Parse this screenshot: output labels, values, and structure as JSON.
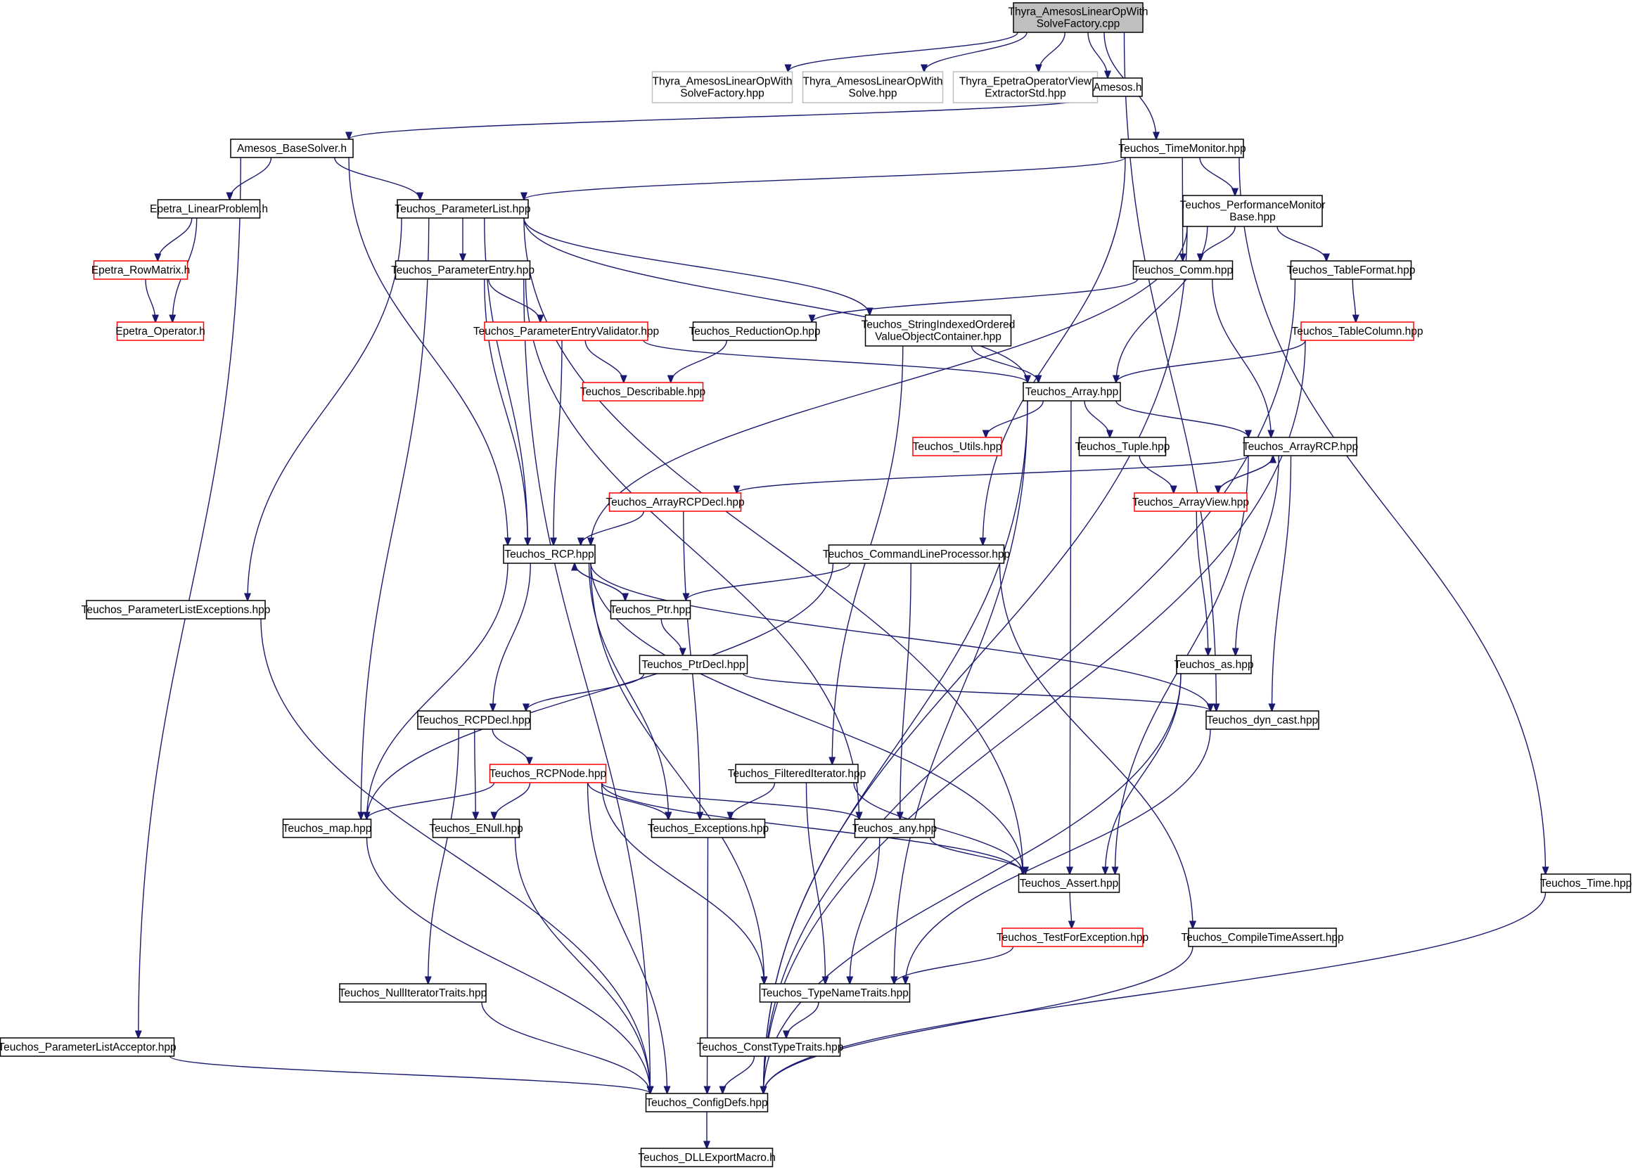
{
  "diagram": {
    "kind": "include dependency graph",
    "colors": {
      "edge": "#191970",
      "root_fill": "#bfbfbf",
      "normal_border": "#000000",
      "truncated_border": "#ff0000",
      "external_border": "#bfbfbf",
      "text": "#000000"
    },
    "nodes": [
      {
        "id": "root",
        "label": "Thyra_AmesosLinearOpWith\nSolveFactory.cpp",
        "style": "root"
      },
      {
        "id": "n_asf_hpp",
        "label": "Thyra_AmesosLinearOpWith\nSolveFactory.hpp",
        "style": "external"
      },
      {
        "id": "n_as_hpp",
        "label": "Thyra_AmesosLinearOpWith\nSolve.hpp",
        "style": "external"
      },
      {
        "id": "n_eov",
        "label": "Thyra_EpetraOperatorView\nExtractorStd.hpp",
        "style": "external"
      },
      {
        "id": "n_amesos",
        "label": "Amesos.h",
        "style": "normal"
      },
      {
        "id": "n_basesolver",
        "label": "Amesos_BaseSolver.h",
        "style": "normal"
      },
      {
        "id": "n_timemon",
        "label": "Teuchos_TimeMonitor.hpp",
        "style": "normal"
      },
      {
        "id": "n_plist",
        "label": "Teuchos_ParameterList.hpp",
        "style": "normal"
      },
      {
        "id": "n_linprob",
        "label": "Epetra_LinearProblem.h",
        "style": "normal"
      },
      {
        "id": "n_perfmon",
        "label": "Teuchos_PerformanceMonitor\nBase.hpp",
        "style": "normal"
      },
      {
        "id": "n_rowmatrix",
        "label": "Epetra_RowMatrix.h",
        "style": "truncated"
      },
      {
        "id": "n_pentry",
        "label": "Teuchos_ParameterEntry.hpp",
        "style": "normal"
      },
      {
        "id": "n_comm",
        "label": "Teuchos_Comm.hpp",
        "style": "normal"
      },
      {
        "id": "n_tableformat",
        "label": "Teuchos_TableFormat.hpp",
        "style": "normal"
      },
      {
        "id": "n_operator",
        "label": "Epetra_Operator.h",
        "style": "truncated"
      },
      {
        "id": "n_pev",
        "label": "Teuchos_ParameterEntryValidator.hpp",
        "style": "truncated"
      },
      {
        "id": "n_redop",
        "label": "Teuchos_ReductionOp.hpp",
        "style": "normal"
      },
      {
        "id": "n_sioc",
        "label": "Teuchos_StringIndexedOrdered\nValueObjectContainer.hpp",
        "style": "normal"
      },
      {
        "id": "n_tablecol",
        "label": "Teuchos_TableColumn.hpp",
        "style": "truncated"
      },
      {
        "id": "n_describable",
        "label": "Teuchos_Describable.hpp",
        "style": "truncated"
      },
      {
        "id": "n_array",
        "label": "Teuchos_Array.hpp",
        "style": "normal"
      },
      {
        "id": "n_utils",
        "label": "Teuchos_Utils.hpp",
        "style": "truncated"
      },
      {
        "id": "n_tuple",
        "label": "Teuchos_Tuple.hpp",
        "style": "normal"
      },
      {
        "id": "n_arrayrcp",
        "label": "Teuchos_ArrayRCP.hpp",
        "style": "normal"
      },
      {
        "id": "n_arrayrcpdecl",
        "label": "Teuchos_ArrayRCPDecl.hpp",
        "style": "truncated"
      },
      {
        "id": "n_arrayview",
        "label": "Teuchos_ArrayView.hpp",
        "style": "truncated"
      },
      {
        "id": "n_rcp",
        "label": "Teuchos_RCP.hpp",
        "style": "normal"
      },
      {
        "id": "n_clp",
        "label": "Teuchos_CommandLineProcessor.hpp",
        "style": "normal"
      },
      {
        "id": "n_plexc",
        "label": "Teuchos_ParameterListExceptions.hpp",
        "style": "normal"
      },
      {
        "id": "n_ptr",
        "label": "Teuchos_Ptr.hpp",
        "style": "normal"
      },
      {
        "id": "n_as",
        "label": "Teuchos_as.hpp",
        "style": "normal"
      },
      {
        "id": "n_ptrdecl",
        "label": "Teuchos_PtrDecl.hpp",
        "style": "normal"
      },
      {
        "id": "n_rcpdecl",
        "label": "Teuchos_RCPDecl.hpp",
        "style": "normal"
      },
      {
        "id": "n_dyncast",
        "label": "Teuchos_dyn_cast.hpp",
        "style": "normal"
      },
      {
        "id": "n_rcpnode",
        "label": "Teuchos_RCPNode.hpp",
        "style": "truncated"
      },
      {
        "id": "n_filtiter",
        "label": "Teuchos_FilteredIterator.hpp",
        "style": "normal"
      },
      {
        "id": "n_map",
        "label": "Teuchos_map.hpp",
        "style": "normal"
      },
      {
        "id": "n_enull",
        "label": "Teuchos_ENull.hpp",
        "style": "normal"
      },
      {
        "id": "n_exceptions",
        "label": "Teuchos_Exceptions.hpp",
        "style": "normal"
      },
      {
        "id": "n_any",
        "label": "Teuchos_any.hpp",
        "style": "normal"
      },
      {
        "id": "n_assert",
        "label": "Teuchos_Assert.hpp",
        "style": "normal"
      },
      {
        "id": "n_time",
        "label": "Teuchos_Time.hpp",
        "style": "normal"
      },
      {
        "id": "n_testforexc",
        "label": "Teuchos_TestForException.hpp",
        "style": "truncated"
      },
      {
        "id": "n_cta",
        "label": "Teuchos_CompileTimeAssert.hpp",
        "style": "normal"
      },
      {
        "id": "n_nulliter",
        "label": "Teuchos_NullIteratorTraits.hpp",
        "style": "normal"
      },
      {
        "id": "n_typename",
        "label": "Teuchos_TypeNameTraits.hpp",
        "style": "normal"
      },
      {
        "id": "n_placcept",
        "label": "Teuchos_ParameterListAcceptor.hpp",
        "style": "normal"
      },
      {
        "id": "n_consttype",
        "label": "Teuchos_ConstTypeTraits.hpp",
        "style": "normal"
      },
      {
        "id": "n_configdefs",
        "label": "Teuchos_ConfigDefs.hpp",
        "style": "normal"
      },
      {
        "id": "n_dllexport",
        "label": "Teuchos_DLLExportMacro.h",
        "style": "normal"
      }
    ],
    "edges": [
      [
        "root",
        "n_asf_hpp"
      ],
      [
        "root",
        "n_as_hpp"
      ],
      [
        "root",
        "n_eov"
      ],
      [
        "root",
        "n_amesos"
      ],
      [
        "root",
        "n_timemon"
      ],
      [
        "root",
        "n_dyncast"
      ],
      [
        "n_amesos",
        "n_basesolver"
      ],
      [
        "n_basesolver",
        "n_linprob"
      ],
      [
        "n_basesolver",
        "n_plist"
      ],
      [
        "n_basesolver",
        "n_rcp"
      ],
      [
        "n_basesolver",
        "n_placcept"
      ],
      [
        "n_linprob",
        "n_rowmatrix"
      ],
      [
        "n_linprob",
        "n_operator"
      ],
      [
        "n_rowmatrix",
        "n_operator"
      ],
      [
        "n_timemon",
        "n_plist"
      ],
      [
        "n_timemon",
        "n_perfmon"
      ],
      [
        "n_timemon",
        "n_comm"
      ],
      [
        "n_timemon",
        "n_clp"
      ],
      [
        "n_timemon",
        "n_time"
      ],
      [
        "n_perfmon",
        "n_comm"
      ],
      [
        "n_perfmon",
        "n_tableformat"
      ],
      [
        "n_perfmon",
        "n_array"
      ],
      [
        "n_perfmon",
        "n_rcp"
      ],
      [
        "n_perfmon",
        "n_configdefs"
      ],
      [
        "n_plist",
        "n_pentry"
      ],
      [
        "n_plist",
        "n_sioc"
      ],
      [
        "n_plist",
        "n_array"
      ],
      [
        "n_plist",
        "n_assert"
      ],
      [
        "n_plist",
        "n_rcp"
      ],
      [
        "n_plist",
        "n_map"
      ],
      [
        "n_plist",
        "n_plexc"
      ],
      [
        "n_pentry",
        "n_pev"
      ],
      [
        "n_pentry",
        "n_rcp"
      ],
      [
        "n_pentry",
        "n_any"
      ],
      [
        "n_pentry",
        "n_configdefs"
      ],
      [
        "n_pev",
        "n_describable"
      ],
      [
        "n_pev",
        "n_array"
      ],
      [
        "n_pev",
        "n_rcp"
      ],
      [
        "n_redop",
        "n_describable"
      ],
      [
        "n_comm",
        "n_redop"
      ],
      [
        "n_comm",
        "n_arrayrcp"
      ],
      [
        "n_tableformat",
        "n_tablecol"
      ],
      [
        "n_tableformat",
        "n_configdefs"
      ],
      [
        "n_tablecol",
        "n_array"
      ],
      [
        "n_tablecol",
        "n_configdefs"
      ],
      [
        "n_sioc",
        "n_array"
      ],
      [
        "n_sioc",
        "n_filtiter"
      ],
      [
        "n_array",
        "n_utils"
      ],
      [
        "n_array",
        "n_tuple"
      ],
      [
        "n_array",
        "n_arrayrcp"
      ],
      [
        "n_array",
        "n_assert"
      ],
      [
        "n_array",
        "n_typename"
      ],
      [
        "n_array",
        "n_configdefs"
      ],
      [
        "n_tuple",
        "n_arrayview"
      ],
      [
        "n_arrayrcp",
        "n_arrayrcpdecl"
      ],
      [
        "n_arrayrcp",
        "n_arrayview"
      ],
      [
        "n_arrayrcp",
        "n_as"
      ],
      [
        "n_arrayrcp",
        "n_dyncast"
      ],
      [
        "n_arrayrcp",
        "n_assert"
      ],
      [
        "n_arrayview",
        "n_arrayrcp"
      ],
      [
        "n_arrayview",
        "n_as"
      ],
      [
        "n_arrayrcpdecl",
        "n_rcp"
      ],
      [
        "n_arrayrcpdecl",
        "n_exceptions"
      ],
      [
        "n_rcp",
        "n_ptr"
      ],
      [
        "n_rcp",
        "n_rcpdecl"
      ],
      [
        "n_rcp",
        "n_dyncast"
      ],
      [
        "n_rcp",
        "n_map"
      ],
      [
        "n_rcp",
        "n_exceptions"
      ],
      [
        "n_rcp",
        "n_assert"
      ],
      [
        "n_rcp",
        "n_typename"
      ],
      [
        "n_ptr",
        "n_rcp"
      ],
      [
        "n_ptr",
        "n_ptrdecl"
      ],
      [
        "n_ptrdecl",
        "n_rcpdecl"
      ],
      [
        "n_ptrdecl",
        "n_dyncast"
      ],
      [
        "n_clp",
        "n_ptr"
      ],
      [
        "n_clp",
        "n_map"
      ],
      [
        "n_clp",
        "n_any"
      ],
      [
        "n_clp",
        "n_cta"
      ],
      [
        "n_plexc",
        "n_configdefs"
      ],
      [
        "n_rcpdecl",
        "n_rcpnode"
      ],
      [
        "n_rcpdecl",
        "n_enull"
      ],
      [
        "n_rcpdecl",
        "n_nulliter"
      ],
      [
        "n_rcpnode",
        "n_map"
      ],
      [
        "n_rcpnode",
        "n_enull"
      ],
      [
        "n_rcpnode",
        "n_exceptions"
      ],
      [
        "n_rcpnode",
        "n_any"
      ],
      [
        "n_rcpnode",
        "n_assert"
      ],
      [
        "n_rcpnode",
        "n_typename"
      ],
      [
        "n_rcpnode",
        "n_configdefs"
      ],
      [
        "n_filtiter",
        "n_exceptions"
      ],
      [
        "n_filtiter",
        "n_assert"
      ],
      [
        "n_filtiter",
        "n_typename"
      ],
      [
        "n_as",
        "n_assert"
      ],
      [
        "n_as",
        "n_configdefs"
      ],
      [
        "n_dyncast",
        "n_typename"
      ],
      [
        "n_any",
        "n_assert"
      ],
      [
        "n_any",
        "n_typename"
      ],
      [
        "n_map",
        "n_configdefs"
      ],
      [
        "n_enull",
        "n_configdefs"
      ],
      [
        "n_exceptions",
        "n_configdefs"
      ],
      [
        "n_assert",
        "n_testforexc"
      ],
      [
        "n_testforexc",
        "n_typename"
      ],
      [
        "n_cta",
        "n_configdefs"
      ],
      [
        "n_nulliter",
        "n_configdefs"
      ],
      [
        "n_typename",
        "n_consttype"
      ],
      [
        "n_consttype",
        "n_configdefs"
      ],
      [
        "n_placcept",
        "n_configdefs"
      ],
      [
        "n_time",
        "n_configdefs"
      ],
      [
        "n_configdefs",
        "n_dllexport"
      ]
    ]
  }
}
